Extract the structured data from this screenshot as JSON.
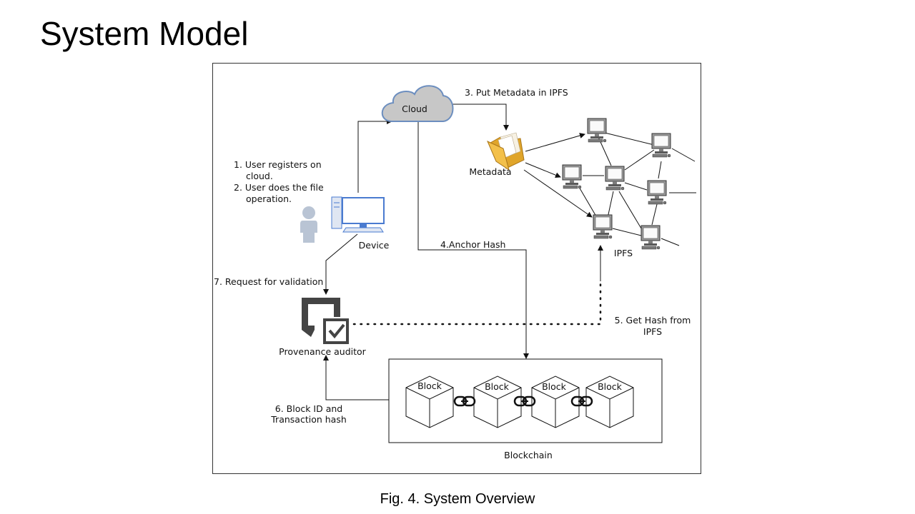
{
  "slide": {
    "title": "System Model",
    "caption": "Fig. 4. System Overview"
  },
  "nodes": {
    "cloud": "Cloud",
    "metadata": "Metadata",
    "device": "Device",
    "ipfs": "IPFS",
    "auditor": "Provenance auditor",
    "blockchain": "Blockchain",
    "block": "Block"
  },
  "steps": {
    "s1a": "1. User registers on",
    "s1b": "cloud.",
    "s2a": "2. User does the file",
    "s2b": "operation.",
    "s3": "3. Put Metadata in IPFS",
    "s4": "4.Anchor Hash",
    "s5a": "5. Get Hash from",
    "s5b": "IPFS",
    "s6a": "6. Block ID and",
    "s6b": "Transaction hash",
    "s7": "7. Request for validation"
  },
  "icons": {
    "cloud": "cloud-icon",
    "folder": "folder-icon",
    "computer": "computer-icon",
    "user": "user-icon",
    "auditor": "auditor-check-icon",
    "chain": "chain-link-icon"
  },
  "colors": {
    "cloud_fill": "#c7c7c7",
    "cloud_stroke": "#6c8ebf",
    "monitor_screen": "#ffffff",
    "device_blue": "#4a7bd0",
    "user_gray": "#b9c4d4"
  }
}
